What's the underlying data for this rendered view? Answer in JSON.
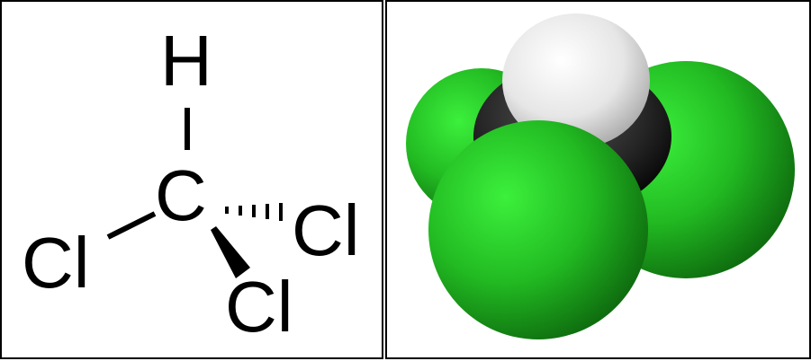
{
  "structural_formula": {
    "atoms": {
      "hydrogen": "H",
      "carbon": "C",
      "chlorine_left": "Cl",
      "chlorine_right": "Cl",
      "chlorine_bottom": "Cl"
    },
    "colors": {
      "line": "#000000"
    }
  },
  "space_filling_model": {
    "atoms": [
      "carbon",
      "hydrogen",
      "chlorine",
      "chlorine",
      "chlorine"
    ],
    "colors": {
      "chlorine": "#2fd12f",
      "hydrogen": "#f2f2f2",
      "carbon": "#262626"
    }
  }
}
